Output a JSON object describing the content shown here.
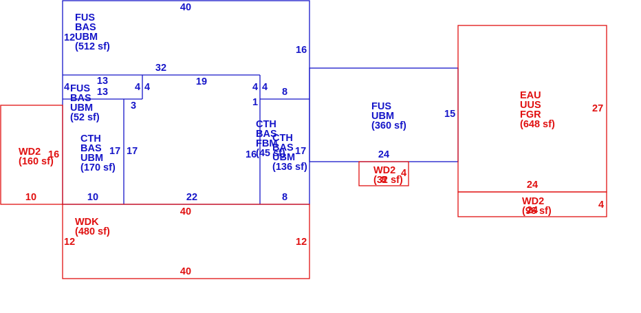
{
  "colors": {
    "blue": "#1515c8",
    "red": "#e01010"
  },
  "areas": {
    "fus_top": [
      "FUS",
      "BAS",
      "UBM",
      "(512 sf)"
    ],
    "fus_small": [
      "FUS",
      "BAS",
      "UBM",
      "(52 sf)"
    ],
    "cth_left": [
      "CTH",
      "BAS",
      "UBM",
      "(170 sf)"
    ],
    "cth_mid": [
      "CTH",
      "BAS",
      "FBM",
      "(45 sf)"
    ],
    "cth_right": [
      "CTH",
      "BAS",
      "UBM",
      "(136 sf)"
    ],
    "fus_mid": [
      "FUS",
      "UBM",
      "(360 sf)"
    ],
    "wd2_left": [
      "WD2",
      "(160 sf)"
    ],
    "wdk": [
      "WDK",
      "(480 sf)"
    ],
    "wd2_small": [
      "WD2",
      "(32 sf)"
    ],
    "eau": [
      "EAU",
      "UUS",
      "FGR",
      "(648 sf)"
    ],
    "wd2_right": [
      "WD2",
      "(96 sf)"
    ]
  },
  "dims": {
    "top_40": "40",
    "left_12": "12",
    "right_16": "16",
    "mid_32": "32",
    "s_4a": "4",
    "s_13a": "13",
    "s_13b": "13",
    "s_4b": "4",
    "s_4c": "4",
    "d_19": "19",
    "d_4d": "4",
    "d_4e": "4",
    "d_8a": "8",
    "d_1": "1",
    "d_3": "3",
    "d_17a": "17",
    "d_17b": "17",
    "d_16b": "16",
    "d_17c": "17",
    "d_10": "10",
    "d_22": "22",
    "d_8b": "8",
    "d_15": "15",
    "d_24a": "24",
    "r_16": "16",
    "r_10": "10",
    "r_40a": "40",
    "r_12a": "12",
    "r_12b": "12",
    "r_40b": "40",
    "r_4a": "4",
    "r_8": "8",
    "r_27": "27",
    "r_24b": "24",
    "r_24c": "24",
    "r_4b": "4"
  }
}
